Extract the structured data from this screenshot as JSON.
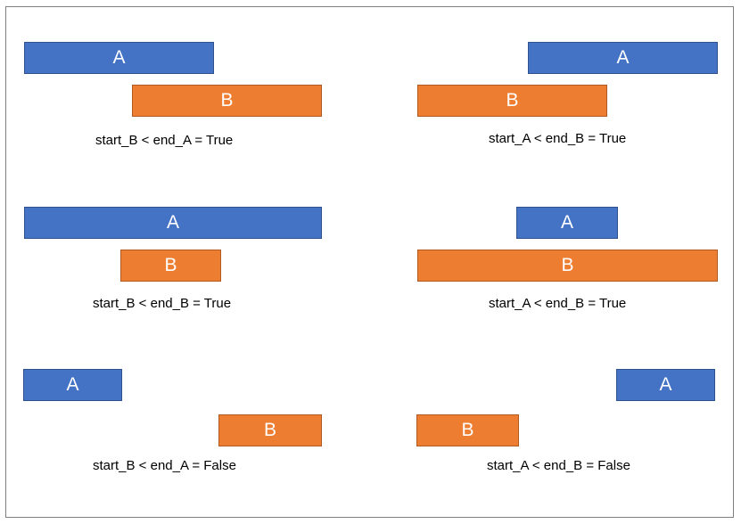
{
  "panels": [
    {
      "a_label": "A",
      "b_label": "B",
      "condition": "start_B < end_A = True"
    },
    {
      "a_label": "A",
      "b_label": "B",
      "condition": "start_A < end_B = True"
    },
    {
      "a_label": "A",
      "b_label": "B",
      "condition": "start_B < end_B = True"
    },
    {
      "a_label": "A",
      "b_label": "B",
      "condition": "start_A < end_B = True"
    },
    {
      "a_label": "A",
      "b_label": "B",
      "condition": "start_B < end_A = False"
    },
    {
      "a_label": "A",
      "b_label": "B",
      "condition": "start_A < end_B = False"
    }
  ],
  "colors": {
    "bar_a": "#4472c4",
    "bar_b": "#ed7d31"
  }
}
